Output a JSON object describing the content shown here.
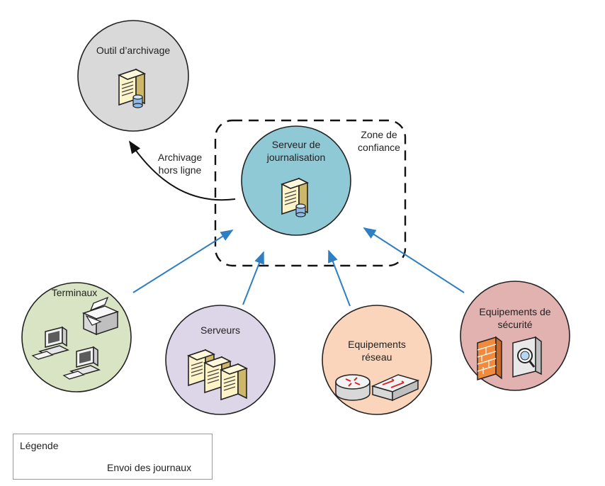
{
  "nodes": {
    "archive": {
      "label": "Outil d’archivage",
      "color": "#d9d9d9"
    },
    "log_server": {
      "label": "Serveur de\njournalisation",
      "color": "#8fc9d6"
    },
    "terminals": {
      "label": "Terminaux",
      "color": "#d9e4c4"
    },
    "servers": {
      "label": "Serveurs",
      "color": "#ddd6e8"
    },
    "network": {
      "label": "Equipements\nréseau",
      "color": "#fbd5bb"
    },
    "security": {
      "label": "Equipements de\nsécurité",
      "color": "#e2b2b1"
    }
  },
  "trust_zone": {
    "label": "Zone de\nconfiance"
  },
  "archive_link": {
    "label": "Archivage\nhors ligne"
  },
  "legend": {
    "title": "Légende",
    "entry": "Envoi des journaux",
    "arrow_color": "#2e7ec2"
  },
  "icons": [
    "server-icon",
    "printer-icon",
    "workstation-icon",
    "router-icon",
    "switch-icon",
    "firewall-icon",
    "security-scanner-icon"
  ]
}
